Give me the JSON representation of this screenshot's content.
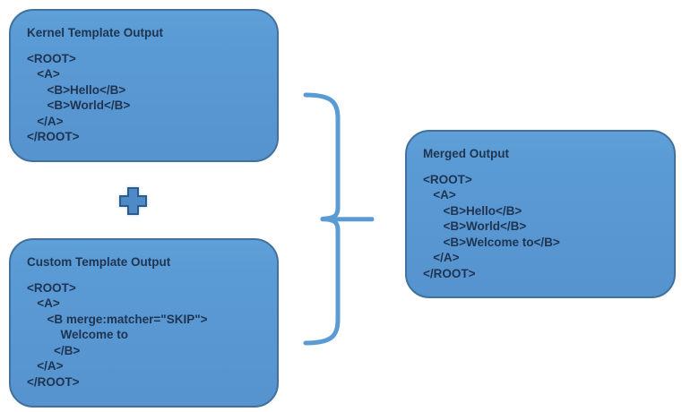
{
  "colors": {
    "box_fill": "#5b9bd5",
    "box_border": "#41719c",
    "text": "#1f3450",
    "brace_stroke": "#5b9bd5",
    "plus_fill": "#4e8ac8",
    "plus_border": "#2e5c8a",
    "background": "#ffffff"
  },
  "icons": {
    "plus": "✚",
    "right_brace": "}"
  },
  "boxes": {
    "kernel": {
      "title": "Kernel Template Output",
      "code": "<ROOT>\n   <A>\n      <B>Hello</B>\n      <B>World</B>\n   </A>\n</ROOT>"
    },
    "custom": {
      "title": "Custom Template Output",
      "code": "<ROOT>\n   <A>\n      <B merge:matcher=\"SKIP\">\n          Welcome to\n        </B>\n   </A>\n</ROOT>"
    },
    "merged": {
      "title": "Merged Output",
      "code": "<ROOT>\n   <A>\n      <B>Hello</B>\n      <B>World</B>\n      <B>Welcome to</B>\n   </A>\n</ROOT>"
    }
  }
}
